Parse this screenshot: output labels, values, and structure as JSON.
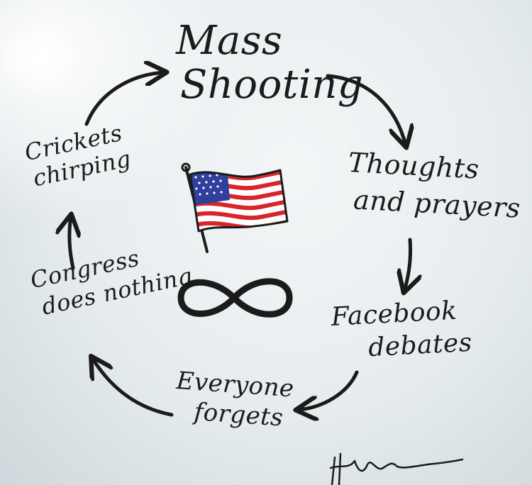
{
  "diagram": {
    "nodes": [
      {
        "id": "mass",
        "lines": [
          "Mass",
          "Shooting"
        ]
      },
      {
        "id": "thoughts",
        "lines": [
          "Thoughts",
          "and prayers"
        ]
      },
      {
        "id": "facebook",
        "lines": [
          "Facebook",
          "debates"
        ]
      },
      {
        "id": "forgets",
        "lines": [
          "Everyone",
          "forgets"
        ]
      },
      {
        "id": "congress",
        "lines": [
          "Congress",
          "does nothing"
        ]
      },
      {
        "id": "crickets",
        "lines": [
          "Crickets",
          "chirping"
        ]
      }
    ],
    "cycle": [
      "mass",
      "thoughts",
      "facebook",
      "forgets",
      "congress",
      "crickets",
      "mass"
    ],
    "center_symbols": [
      "us-flag-icon",
      "infinity-icon"
    ],
    "colors": {
      "marker": "#1b1b1b",
      "flag_red": "#d6262c",
      "flag_blue": "#2f3f9e",
      "flag_white": "#ffffff"
    }
  }
}
